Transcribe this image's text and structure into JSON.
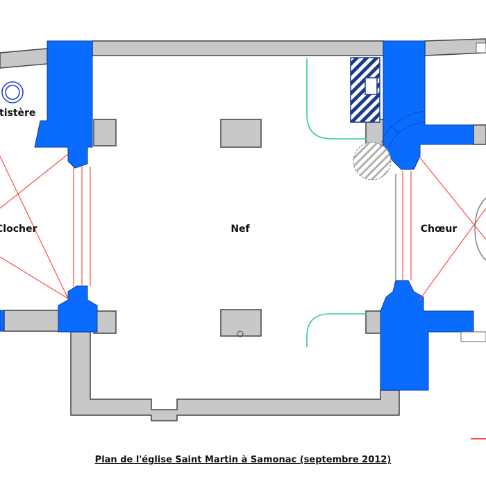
{
  "caption": "Plan de l'église Saint Martin à Samonac (septembre 2012)",
  "rooms": {
    "baptistere": "tistère",
    "clocher": "Clocher",
    "nef": "Nef",
    "choeur": "Chœur"
  },
  "colors": {
    "pillar": "#0a6cff",
    "wall_fill": "#c8c8c8",
    "wall_stroke": "#444444",
    "vault_ribs": "#ff4a4a",
    "door_swing": "#2ecf8c",
    "hatch": "#1a3a8a"
  }
}
